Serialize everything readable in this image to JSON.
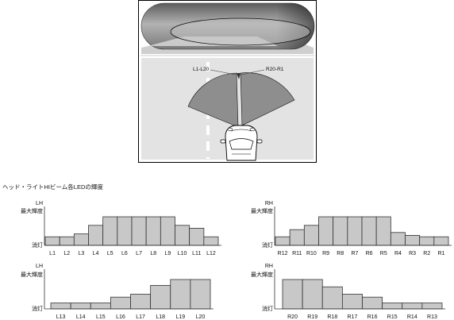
{
  "diagram": {
    "left_beam_label": "L1-L20",
    "right_beam_label": "R20-R1"
  },
  "caption": "ヘッド・ライトHIビーム各LEDの輝度",
  "colors": {
    "bar_fill": "#c8c8c8",
    "bar_stroke": "#333333",
    "beam_fan": "#8e8e8e",
    "road": "#e3e3e3"
  },
  "chart_data": [
    {
      "type": "bar",
      "ylabel": "LH",
      "ymax_label": "最大輝度",
      "ymin_label": "消灯",
      "ylim": [
        0,
        1
      ],
      "categories": [
        "L1",
        "L2",
        "L3",
        "L4",
        "L5",
        "L6",
        "L7",
        "L8",
        "L9",
        "L10",
        "L11",
        "L12"
      ],
      "values": [
        0.3,
        0.3,
        0.4,
        0.7,
        1,
        1,
        1,
        1,
        1,
        0.7,
        0.6,
        0.3
      ]
    },
    {
      "type": "bar",
      "ylabel": "RH",
      "ymax_label": "最大輝度",
      "ymin_label": "消灯",
      "ylim": [
        0,
        1
      ],
      "categories": [
        "R12",
        "R11",
        "R10",
        "R9",
        "R8",
        "R7",
        "R6",
        "R5",
        "R4",
        "R3",
        "R2",
        "R1"
      ],
      "values": [
        0.3,
        0.55,
        0.7,
        1,
        1,
        1,
        1,
        1,
        0.45,
        0.35,
        0.3,
        0.3
      ]
    },
    {
      "type": "bar",
      "ylabel": "LH",
      "ymax_label": "最大輝度",
      "ymin_label": "消灯",
      "ylim": [
        0,
        1
      ],
      "categories": [
        "L13",
        "L14",
        "L15",
        "L16",
        "L17",
        "L18",
        "L19",
        "L20"
      ],
      "values": [
        0.2,
        0.2,
        0.2,
        0.4,
        0.5,
        0.8,
        1,
        1
      ]
    },
    {
      "type": "bar",
      "ylabel": "RH",
      "ymax_label": "最大輝度",
      "ymin_label": "消灯",
      "ylim": [
        0,
        1
      ],
      "categories": [
        "R20",
        "R19",
        "R18",
        "R17",
        "R16",
        "R15",
        "R14",
        "R13"
      ],
      "values": [
        1,
        1,
        0.75,
        0.5,
        0.4,
        0.2,
        0.2,
        0.2
      ]
    }
  ]
}
